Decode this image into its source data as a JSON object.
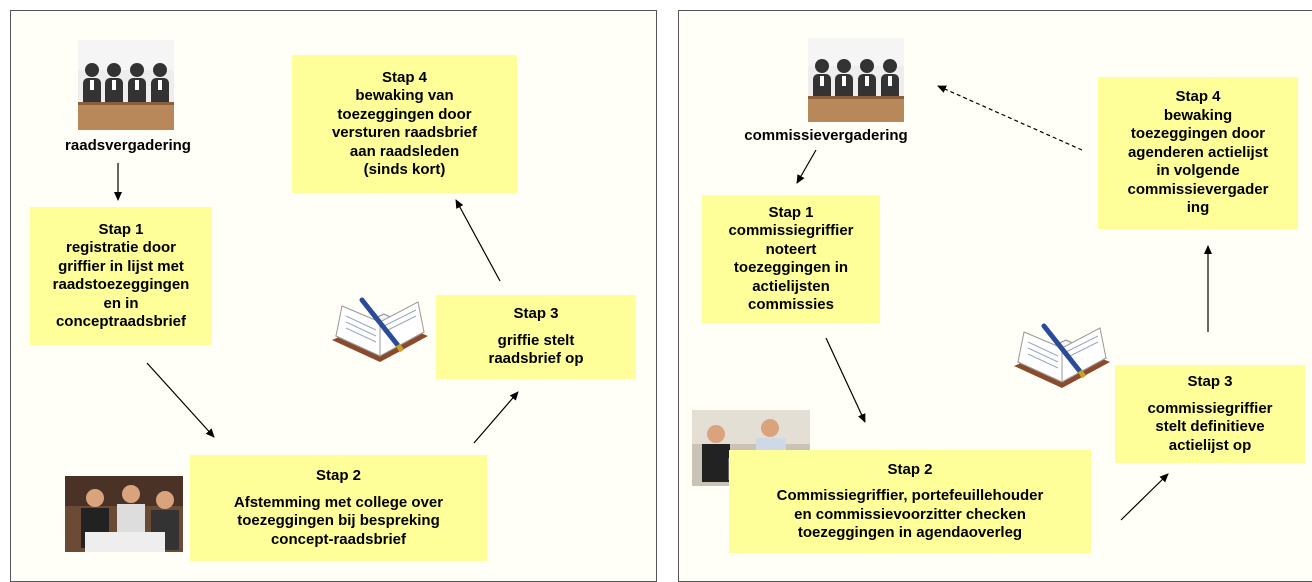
{
  "left": {
    "meeting_label": "raadsvergadering",
    "step1": [
      "Stap 1",
      "registratie door",
      "griffier in lijst met",
      "raadstoezeggingen",
      "en in",
      "conceptraadsbrief"
    ],
    "step2_title": "Stap 2",
    "step2": [
      "Afstemming met college over",
      "toezeggingen bij bespreking",
      "concept-raadsbrief"
    ],
    "step3_title": "Stap 3",
    "step3": [
      "griffie stelt",
      "raadsbrief op"
    ],
    "step4": [
      "Stap 4",
      "bewaking van",
      "toezeggingen door",
      "versturen raadsbrief",
      "aan raadsleden",
      "(sinds kort)"
    ]
  },
  "right": {
    "meeting_label": "commissievergadering",
    "step1": [
      "Stap 1",
      "commissiegriffier",
      "noteert",
      "toezeggingen in",
      "actielijsten",
      "commissies"
    ],
    "step2_title": "Stap 2",
    "step2": [
      "Commissiegriffier, portefeuillehouder",
      "en  commissievoorzitter checken",
      "toezeggingen in agendaoverleg"
    ],
    "step3_title": "Stap 3",
    "step3": [
      "commissiegriffier",
      "stelt definitieve",
      "actielijst op"
    ],
    "step4": [
      "Stap 4",
      "bewaking",
      "toezeggingen door",
      "agenderen actielijst",
      "in volgende",
      "commissievergader",
      "ing"
    ]
  },
  "colors": {
    "box": "#ffff99",
    "arrow": "#000000"
  },
  "icons": [
    "people-panel-icon",
    "notebook-pen-icon",
    "meeting-photo-icon"
  ]
}
